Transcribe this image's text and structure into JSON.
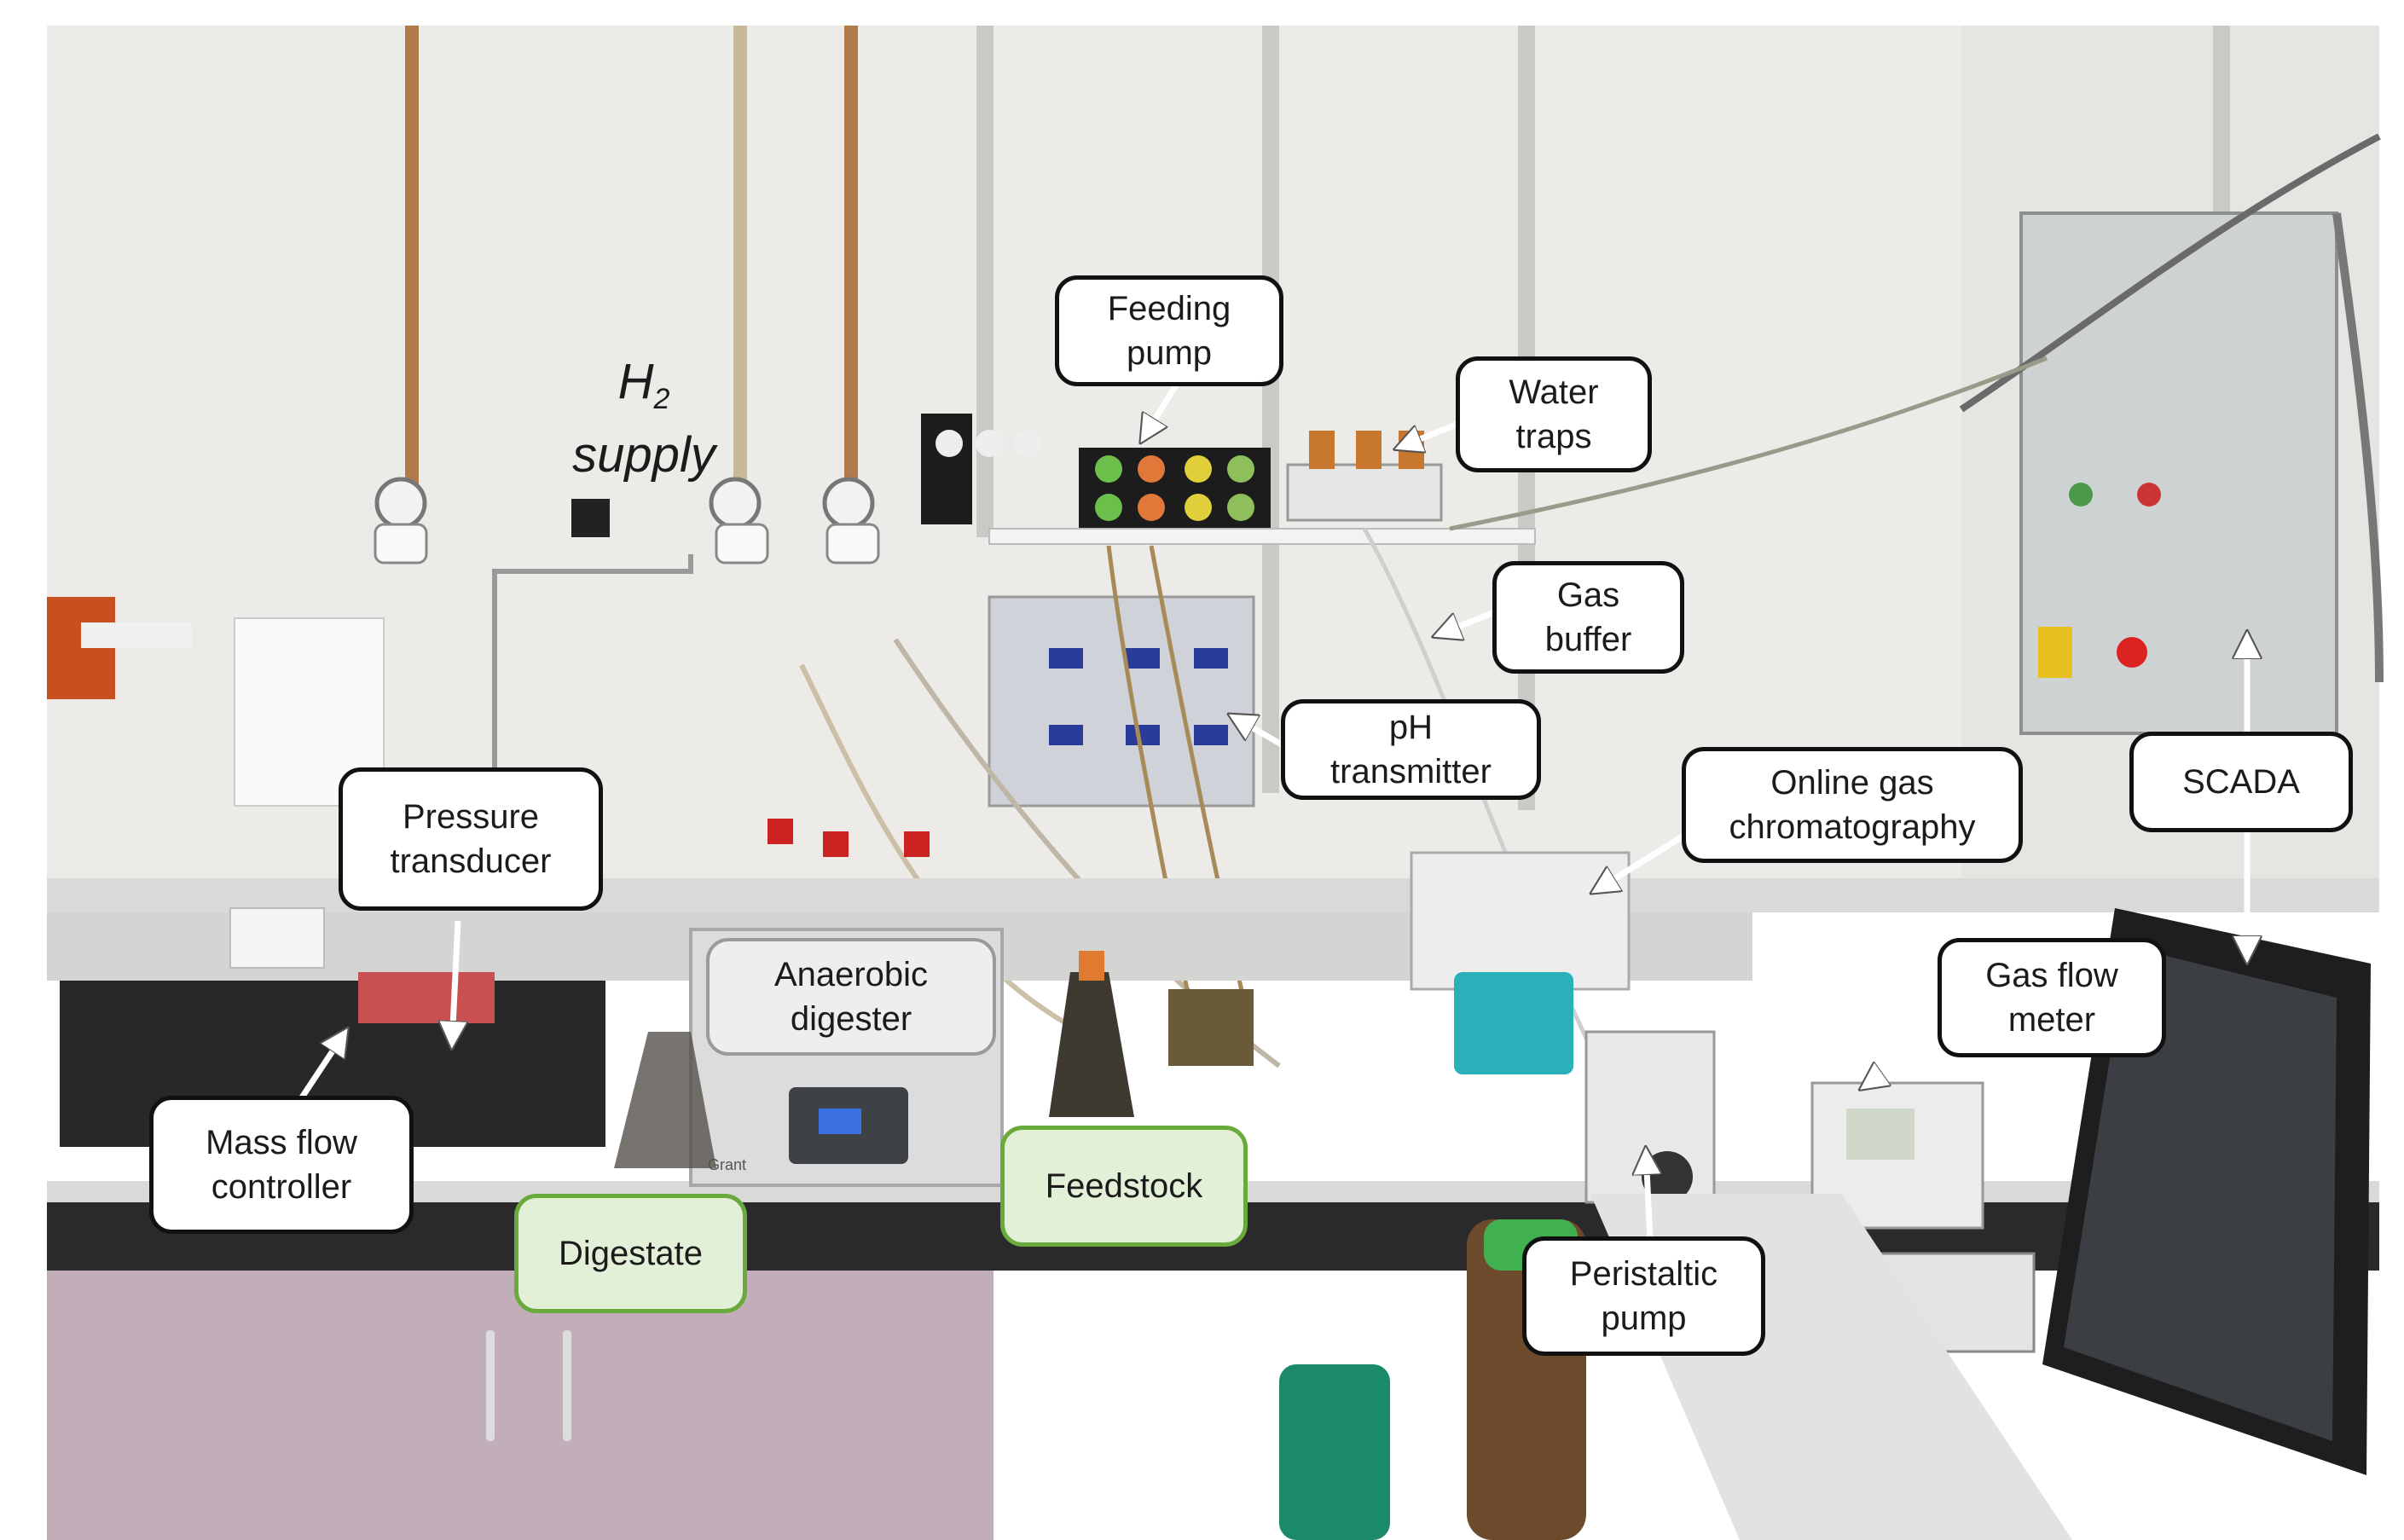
{
  "photo_description_colors": {
    "wall": "#ededeb",
    "bench": "#d8d8d6",
    "cabinet": "#c2aeb8",
    "label_border": "#111111",
    "green_label_fill": "#e3f0d8",
    "green_label_border": "#6aaa3c"
  },
  "h2_supply": {
    "formula": "H",
    "subscript": "2",
    "word": "supply"
  },
  "labels": {
    "feeding_pump": "Feeding\npump",
    "water_traps": "Water\ntraps",
    "gas_buffer": "Gas\nbuffer",
    "ph_transmitter": "pH\ntransmitter",
    "online_gc": "Online gas\nchromatography",
    "scada": "SCADA",
    "pressure_transducer": "Pressure\ntransducer",
    "anaerobic_digester": "Anaerobic\ndigester",
    "gas_flow_meter": "Gas flow\nmeter",
    "mass_flow_controller": "Mass flow\ncontroller",
    "feedstock": "Feedstock",
    "digestate": "Digestate",
    "peristaltic_pump": "Peristaltic\npump"
  },
  "bath_brand": "Grant"
}
